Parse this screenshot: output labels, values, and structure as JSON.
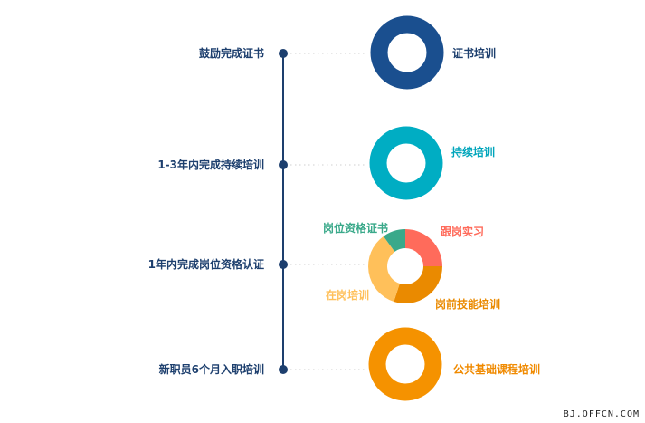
{
  "stages": [
    {
      "label": "鼓励完成证书",
      "ring_label": "证书培训",
      "ring_color": "#1a4f8f",
      "label_color": "#1d3f6e"
    },
    {
      "label": "1-3年内完成持续培训",
      "ring_label": "持续培训",
      "ring_color": "#00adc3",
      "label_color": "#00a5bb"
    },
    {
      "label": "1年内完成岗位资格认证",
      "segments": [
        {
          "name": "跟岗实习",
          "value": 25,
          "color": "#ff6b5b"
        },
        {
          "name": "岗前技能培训",
          "value": 30,
          "color": "#ea8a00"
        },
        {
          "name": "在岗培训",
          "value": 35,
          "color": "#ffc05a"
        },
        {
          "name": "岗位资格证书",
          "value": 10,
          "color": "#3aa98a"
        }
      ]
    },
    {
      "label": "新职员6个月入职培训",
      "ring_label": "公共基础课程培训",
      "ring_color": "#f59200",
      "label_color": "#f08a00"
    }
  ],
  "colors": {
    "timeline": "#1d3f6e",
    "dots": "#cfcfcf"
  },
  "watermark": "BJ.OFFCN.COM"
}
